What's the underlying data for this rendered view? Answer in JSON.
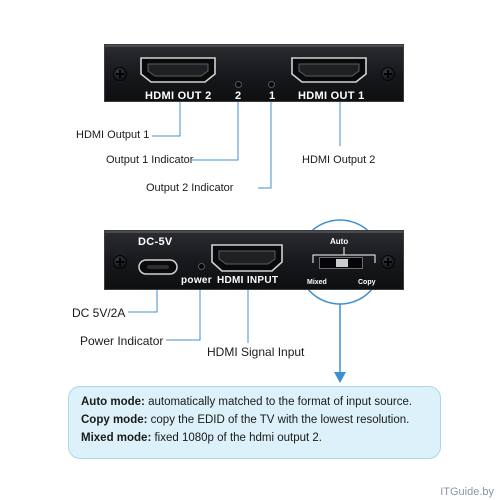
{
  "top_panel": {
    "port_left_label": "HDMI OUT 2",
    "port_right_label": "HDMI OUT 1",
    "indicator_2_label": "2",
    "indicator_1_label": "1"
  },
  "top_callouts": {
    "hdmi_output_1": "HDMI Output 1",
    "output_1_indicator": "Output 1 Indicator",
    "output_2_indicator": "Output 2 Indicator",
    "hdmi_output_2": "HDMI Output 2"
  },
  "bottom_panel": {
    "dc_label": "DC-5V",
    "power_label": "power",
    "input_label": "HDMI INPUT",
    "switch_auto": "Auto",
    "switch_mixed": "Mixed",
    "switch_copy": "Copy"
  },
  "bottom_callouts": {
    "dc_5v_2a": "DC 5V/2A",
    "power_indicator": "Power Indicator",
    "hdmi_signal_input": "HDMI Signal Input"
  },
  "modes": [
    {
      "name": "Auto mode:",
      "desc": " automatically matched to the format of input source."
    },
    {
      "name": "Copy mode:",
      "desc": " copy the EDID of the TV with the lowest resolution."
    },
    {
      "name": "Mixed mode:",
      "desc": " fixed 1080p of the hdmi output 2."
    }
  ],
  "watermark": "ITGuide.by",
  "colors": {
    "panel": "#17181b",
    "leader_line": "#3d8fd1",
    "info_box": "#dcf1f9",
    "arrow": "#3d8fd1"
  }
}
